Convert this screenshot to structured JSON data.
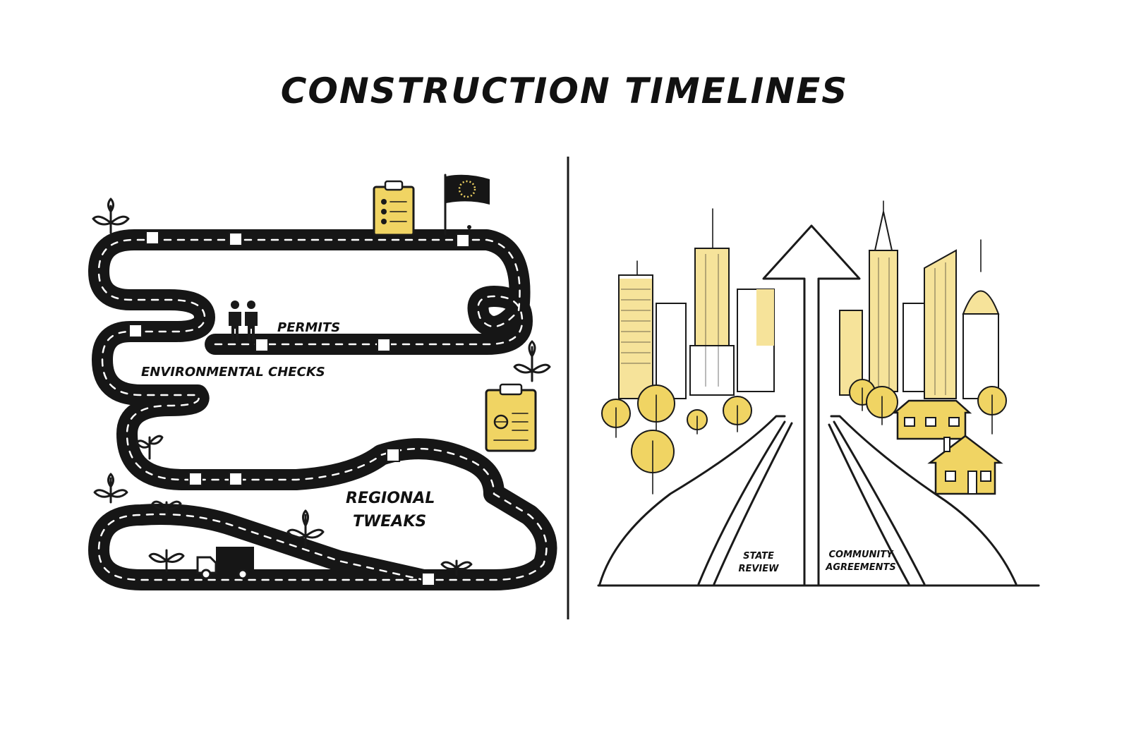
{
  "title": "CONSTRUCTION TIMELINES",
  "left_panel": {
    "labels": {
      "permits": "PERMITS",
      "environmental_checks": "ENVIRONMENTAL CHECKS",
      "regional_tweaks_line1": "REGIONAL",
      "regional_tweaks_line2": "TWEAKS"
    },
    "icons": [
      "clipboard-checklist-icon",
      "eu-flag-icon",
      "people-icon",
      "document-clipboard-icon",
      "truck-icon",
      "sprout-icon"
    ]
  },
  "right_panel": {
    "labels": {
      "state_review_line1": "STATE",
      "state_review_line2": "REVIEW",
      "community_agreements_line1": "COMMUNITY",
      "community_agreements_line2": "AGREEMENTS"
    },
    "icons": [
      "up-arrow-icon",
      "skyscraper-icon",
      "tree-icon",
      "house-icon"
    ]
  },
  "colors": {
    "accent_yellow": "#f0d463",
    "ink": "#1a1a1a",
    "background": "#ffffff"
  }
}
